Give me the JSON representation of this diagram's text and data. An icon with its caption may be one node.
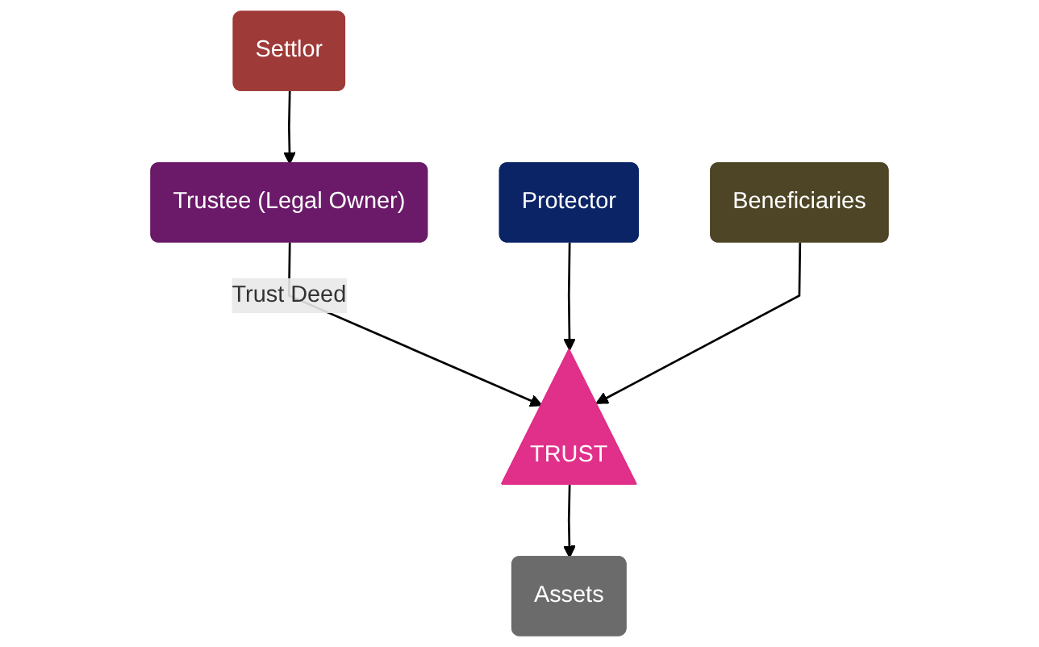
{
  "diagram": {
    "nodes": [
      {
        "text": [
          "Settlor"
        ]
      },
      {
        "text": [
          "Trustee (Legal Owner)"
        ]
      },
      {
        "text": [
          "Protector"
        ]
      },
      {
        "text": [
          "TRUST"
        ]
      },
      {
        "text": [
          "Beneficiaries"
        ]
      },
      {
        "text": [
          "Assets"
        ]
      }
    ],
    "edges": [
      {
        "from": 0,
        "to": 1,
        "arrow": "to"
      },
      {
        "from": 1,
        "to": 3,
        "arrow": "to",
        "label": "Trust Deed"
      },
      {
        "from": 2,
        "to": 3,
        "arrow": "to"
      },
      {
        "from": 4,
        "to": 3,
        "arrow": "to"
      },
      {
        "from": 3,
        "to": 5,
        "arrow": "to"
      }
    ]
  }
}
